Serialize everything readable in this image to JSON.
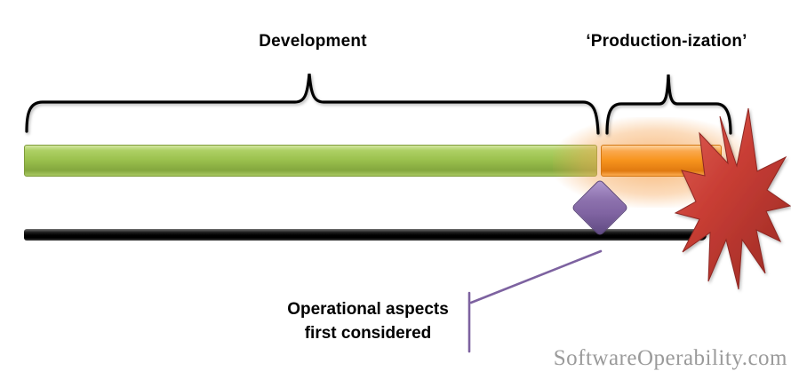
{
  "diagram": {
    "phase_labels": {
      "development": "Development",
      "productionization": "‘Production-ization’"
    },
    "callout": {
      "line1": "Operational aspects",
      "line2": "first considered"
    },
    "watermark": "SoftwareOperability.com",
    "colors": {
      "development_bar": "#9cc24f",
      "productionization_bar": "#f7941e",
      "failure_starburst": "#c23b32",
      "milestone_diamond": "#8064a2",
      "callout_line": "#7d62a0",
      "timeline_bar": "#0a0a0a",
      "brace": "#000000",
      "watermark_text": "#9a9a9a"
    }
  }
}
